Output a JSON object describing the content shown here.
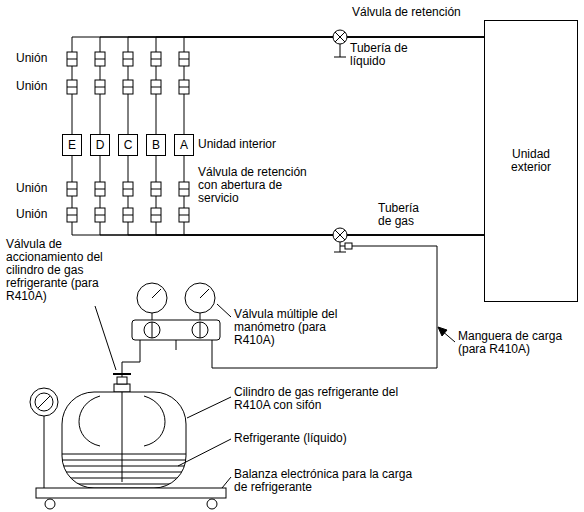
{
  "diagram": {
    "nodes": [
      {
        "text": [
          "Unidad exterior"
        ]
      },
      {
        "text": [
          "E"
        ]
      },
      {
        "text": [
          "D"
        ]
      },
      {
        "text": [
          "C"
        ]
      },
      {
        "text": [
          "B"
        ]
      },
      {
        "text": [
          "A"
        ]
      }
    ],
    "edges": [
      {
        "from": 1,
        "to": 0,
        "arrow": "none"
      },
      {
        "from": 2,
        "to": 0,
        "arrow": "none"
      },
      {
        "from": 3,
        "to": 0,
        "arrow": "none"
      },
      {
        "from": 4,
        "to": 0,
        "arrow": "none"
      },
      {
        "from": 5,
        "to": 0,
        "arrow": "none"
      },
      {
        "from": 1,
        "to": 0,
        "arrow": "none"
      },
      {
        "from": 2,
        "to": 0,
        "arrow": "none"
      },
      {
        "from": 3,
        "to": 0,
        "arrow": "none"
      },
      {
        "from": 4,
        "to": 0,
        "arrow": "none"
      },
      {
        "from": 5,
        "to": 0,
        "arrow": "none"
      }
    ],
    "labels": [
      "Válvula de retención",
      "Tubería de líquido",
      "Unión",
      "Unión",
      "Unidad interior",
      "Válvula de retención con abertura de servicio",
      "Unión",
      "Unión",
      "Tubería de gas",
      "Válvula de accionamiento del cilindro de gas refrigerante (para R410A)",
      "Válvula múltiple del manómetro (para R410A)",
      "Manguera de carga (para R410A)",
      "Cilindro de gas refrigerante del R410A con sifón",
      "Refrigerante (líquido)",
      "Balanza electrónica para la carga de refrigerante"
    ]
  }
}
